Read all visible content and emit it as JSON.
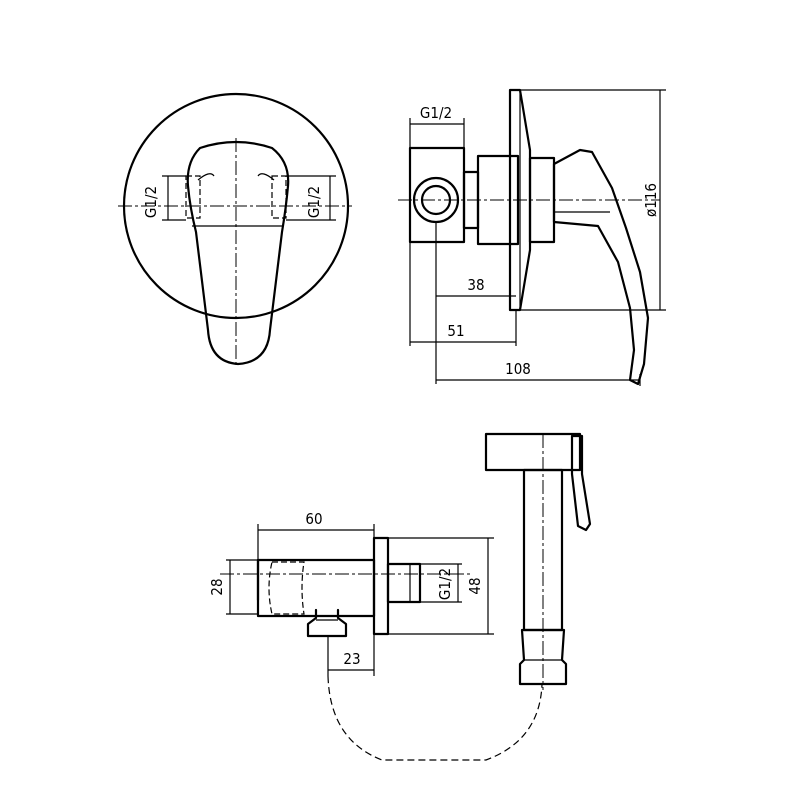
{
  "front_view": {
    "thread_left": "G1/2",
    "thread_right": "G1/2"
  },
  "side_view": {
    "thread_top": "G1/2",
    "dim_38": "38",
    "dim_51": "51",
    "dim_108": "108",
    "dim_diameter": "ø116"
  },
  "holder_view": {
    "dim_60": "60",
    "dim_28": "28",
    "thread": "G1/2",
    "dim_48": "48",
    "dim_23": "23"
  }
}
